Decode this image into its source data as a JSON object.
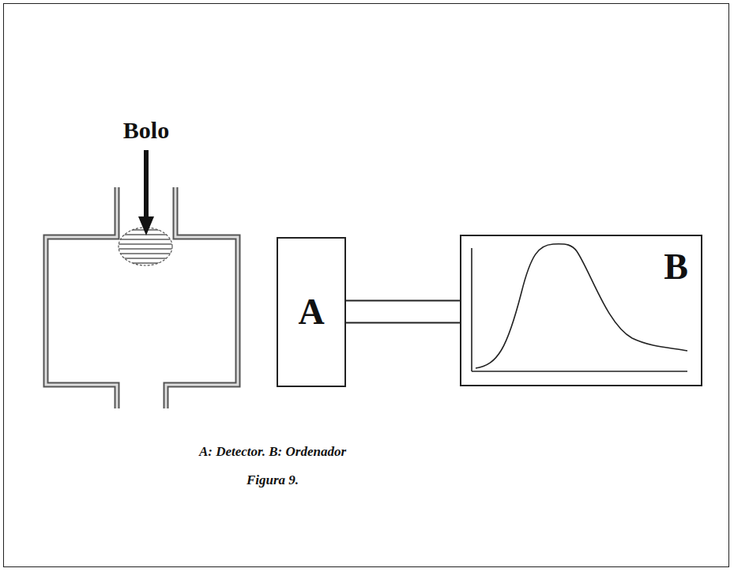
{
  "diagram": {
    "caption": "Figura 9.",
    "nodes": [
      {
        "text": [
          "A"
        ]
      },
      {
        "text": [
          "B"
        ]
      }
    ],
    "edges": [
      {
        "from": 0,
        "to": 1,
        "arrow": "none"
      }
    ],
    "labels": [
      "Bolo",
      "A: Detector. B: Ordenador"
    ]
  }
}
